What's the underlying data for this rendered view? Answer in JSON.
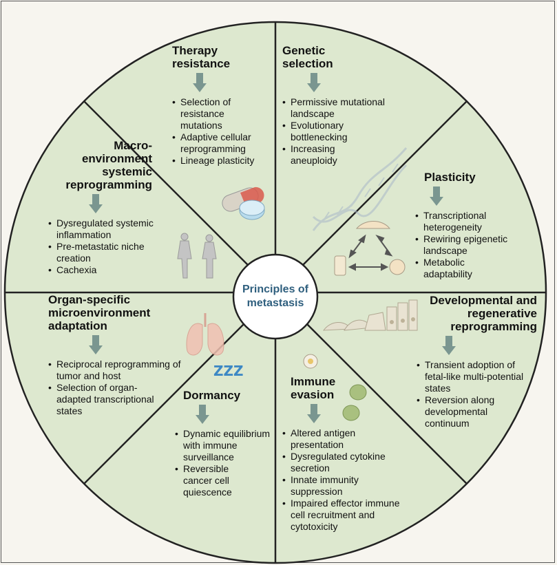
{
  "center_label": "Principles of metastasis",
  "colors": {
    "segment_fill": "#dde8cf",
    "arrow": "#7a9690",
    "center_text": "#2f5f7e",
    "outline": "#222222"
  },
  "segments": {
    "therapy": {
      "title": "Therapy resistance",
      "items": [
        "Selection of resistance mutations",
        "Adaptive cellular reprogramming",
        "Lineage plasticity"
      ],
      "icon": "pill-icon"
    },
    "genetic": {
      "title": "Genetic selection",
      "items": [
        "Permissive mutational landscape",
        "Evolutionary bottlenecking",
        "Increasing aneuploidy"
      ],
      "icon": "dna-icon"
    },
    "plasticity": {
      "title": "Plasticity",
      "items": [
        "Transcriptional heterogeneity",
        "Rewiring epigenetic landscape",
        "Metabolic adaptability"
      ],
      "icon": "cell-states-icon"
    },
    "developmental": {
      "title": "Developmental and regenerative reprogramming",
      "items": [
        "Transient adoption of fetal-like multi-potential states",
        "Reversion along developmental continuum"
      ],
      "icon": "epithelium-icon"
    },
    "immune": {
      "title": "Immune evasion",
      "items": [
        "Altered antigen presentation",
        "Dysregulated cytokine secretion",
        "Innate immunity suppression",
        "Impaired effector immune cell recruitment and cytotoxicity"
      ],
      "icon": "immune-cells-icon"
    },
    "dormancy": {
      "title": "Dormancy",
      "items": [
        "Dynamic equilibrium with immune surveillance",
        "Reversible cancer cell quiescence"
      ],
      "icon": "zzz-icon",
      "zzz": "ZZZ"
    },
    "organ": {
      "title": "Organ-specific microenvironment adaptation",
      "items": [
        "Reciprocal reprogramming of tumor and host",
        "Selection of organ-adapted transcriptional states"
      ],
      "icon": "lungs-icon"
    },
    "macro": {
      "title": "Macro-environment systemic reprogramming",
      "items": [
        "Dysregulated systemic inflammation",
        "Pre-metastatic niche creation",
        "Cachexia"
      ],
      "icon": "human-figures-icon"
    }
  }
}
